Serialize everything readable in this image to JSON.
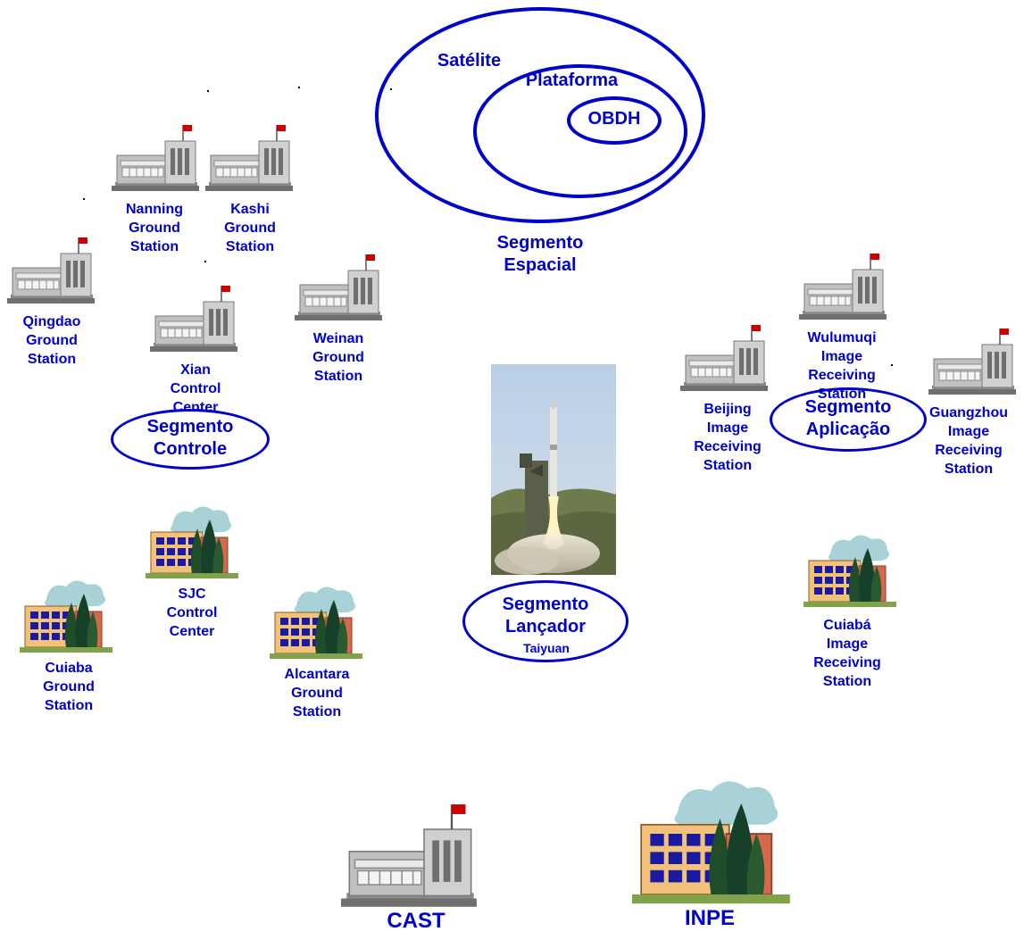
{
  "space_segment": {
    "satellite": "Satélite",
    "platform": "Plataforma",
    "obdh": "OBDH",
    "title": "Segmento\nEspacial"
  },
  "control_segment": {
    "title": "Segmento\nControle",
    "stations": {
      "nanning": "Nanning\nGround\nStation",
      "kashi": "Kashi\nGround\nStation",
      "qingdao": "Qingdao\nGround\nStation",
      "xian": "Xian\nControl\nCenter",
      "weinan": "Weinan\nGround\nStation",
      "sjc": "SJC\nControl\nCenter",
      "cuiaba": "Cuiaba\nGround\nStation",
      "alcantara": "Alcantara\nGround\nStation"
    }
  },
  "launcher_segment": {
    "title": "Segmento\nLançador",
    "site": "Taiyuan"
  },
  "application_segment": {
    "title": "Segmento\nAplicação",
    "stations": {
      "beijing": "Beijing\nImage\nReceiving\nStation",
      "wulumuqi": "Wulumuqi\nImage\nReceiving\nStation",
      "guangzhou": "Guangzhou\nImage\nReceiving\nStation",
      "cuiaba_image": "Cuiabá\nImage\nReceiving\nStation"
    }
  },
  "organizations": {
    "cast": "CAST",
    "inpe": "INPE"
  },
  "colors": {
    "label": "#0000cc",
    "building_gray": "#c0c0c0",
    "flag_red": "#cc0000",
    "tree_green": "#1f4d2a",
    "school_wall": "#f2c27a"
  }
}
